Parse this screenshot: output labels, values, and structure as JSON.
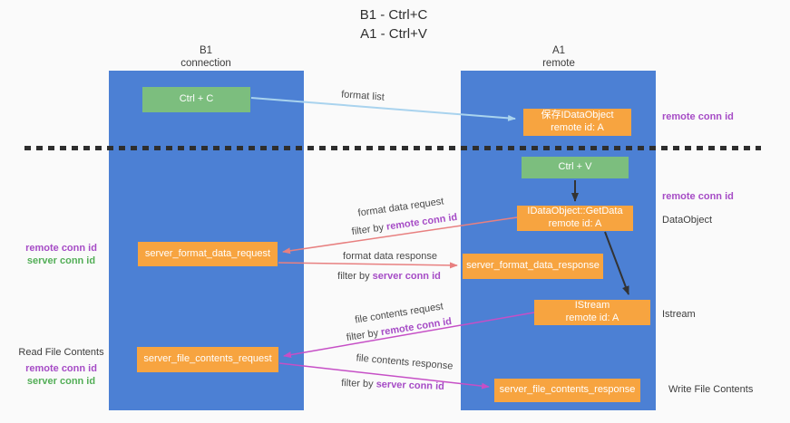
{
  "title": {
    "line1": "B1 - Ctrl+C",
    "line2": "A1 - Ctrl+V"
  },
  "lanes": {
    "left": {
      "title": "B1",
      "subtitle": "connection"
    },
    "right": {
      "title": "A1",
      "subtitle": "remote"
    }
  },
  "nodes": {
    "ctrl_c": {
      "label": "Ctrl + C"
    },
    "ctrl_v": {
      "label": "Ctrl + V"
    },
    "save_idataobject": {
      "line1": "保存IDataObject",
      "line2": "remote id: A"
    },
    "getdata": {
      "line1": "IDataObject::GetData",
      "line2": "remote id: A"
    },
    "format_request": {
      "label": "server_format_data_request"
    },
    "format_response": {
      "label": "server_format_data_response"
    },
    "istream": {
      "line1": "IStream",
      "line2": "remote id: A"
    },
    "file_request": {
      "label": "server_file_contents_request"
    },
    "file_response": {
      "label": "server_file_contents_response"
    }
  },
  "arrow_labels": {
    "format_list": "format list",
    "format_data_request": "format data request",
    "format_data_response": "format data response",
    "file_contents_request": "file contents request",
    "file_contents_response": "file contents response",
    "filter_prefix": "filter by ",
    "remote_conn_id": "remote conn id",
    "server_conn_id": "server conn id"
  },
  "annotations": {
    "left": [
      {
        "text": "remote conn id",
        "style": "purple"
      },
      {
        "text": "server conn id",
        "style": "green"
      },
      {
        "text": "Read File Contents",
        "style": "plain"
      },
      {
        "text": "remote conn id",
        "style": "purple"
      },
      {
        "text": "server conn id",
        "style": "green"
      }
    ],
    "right": [
      {
        "text": "remote conn id",
        "style": "purple"
      },
      {
        "text": "remote conn id",
        "style": "purple"
      },
      {
        "text": "DataObject",
        "style": "plain"
      },
      {
        "text": "Istream",
        "style": "plain"
      },
      {
        "text": "Write File Contents",
        "style": "plain"
      }
    ]
  },
  "colors": {
    "lane-blue": "#4C80D4",
    "node-orange": "#F7A440",
    "node-green": "#7CBE7E",
    "arrow-lightblue": "#A9D3EE",
    "arrow-red": "#E88080",
    "arrow-magenta": "#C64FC6",
    "arrow-black": "#333333",
    "text-purple": "#A64CC6",
    "text-green": "#53AE57",
    "background": "#FAFAFA"
  }
}
